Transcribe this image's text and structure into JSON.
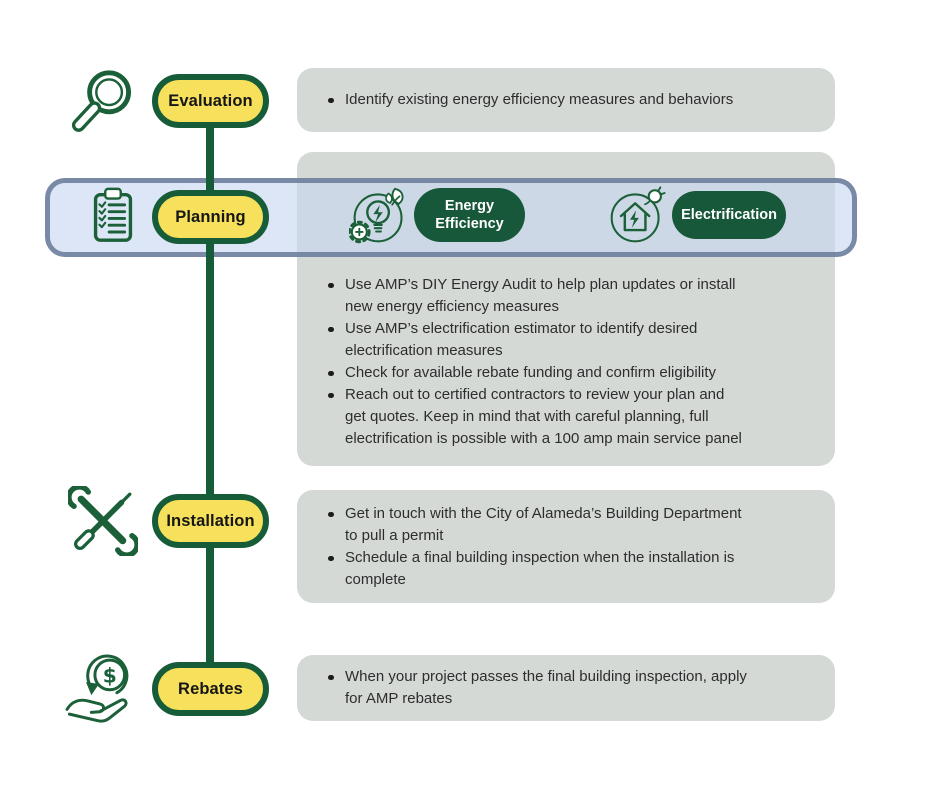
{
  "colors": {
    "accent_green_dark": "#175C38",
    "tag_green_fill": "#17573A",
    "stage_yellow_fill": "#F6E05C",
    "detail_box_gray": "#D5D9D6",
    "highlight_band_fill": "rgba(199,215,240,0.62)",
    "highlight_band_border": "rgba(104,122,153,0.85)",
    "body_text": "#2d2d2d"
  },
  "sections": [
    {
      "id": "evaluation",
      "label": "Evaluation",
      "icon": "magnifier-icon",
      "bullets": [
        "Identify existing energy efficiency measures and behaviors"
      ]
    },
    {
      "id": "planning",
      "label": "Planning",
      "icon": "clipboard-checklist-icon",
      "tags": [
        {
          "label": "Energy Efficiency",
          "icon": "energy-efficiency-icon"
        },
        {
          "label": "Electrification",
          "icon": "electrification-icon"
        }
      ],
      "bullets": [
        "Use AMP’s DIY Energy Audit to help plan updates or install\nnew energy efficiency measures",
        "Use AMP’s electrification estimator to identify desired\nelectrification measures",
        "Check for available rebate funding and confirm eligibility",
        "Reach out to certified contractors to review your plan and\nget quotes. Keep in mind that with careful planning, full\nelectrification is possible with a 100 amp main service panel"
      ]
    },
    {
      "id": "installation",
      "label": "Installation",
      "icon": "tools-icon",
      "bullets": [
        "Get in touch with the City of Alameda’s Building Department\nto pull a permit",
        "Schedule a final building inspection when the installation is\ncomplete"
      ]
    },
    {
      "id": "rebates",
      "label": "Rebates",
      "icon": "rebate-hand-icon",
      "bullets": [
        "When your project passes the final building inspection, apply\nfor AMP rebates"
      ]
    }
  ]
}
